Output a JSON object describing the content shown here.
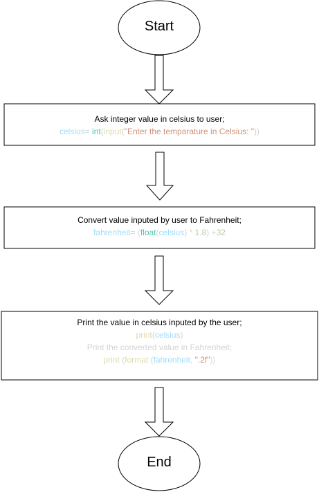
{
  "start_label": "Start",
  "end_label": "End",
  "step1": {
    "title": "Ask integer value in celsius to user;",
    "code": {
      "var": "celsius",
      "eq": "=",
      "int_fn": "int",
      "open1": "(",
      "input_fn": "input",
      "open2": "(",
      "str": "\"Enter the temparature in Celsius: \"",
      "close": "))"
    }
  },
  "step2": {
    "title": "Convert value inputed by user to Fahrenheit;",
    "code": {
      "var": "fahrenheit",
      "eq": "=",
      "open1": "(",
      "float_fn": "float",
      "open2": "(",
      "arg": "celsius",
      "close1": ")",
      "mul": " * ",
      "num1": "1.8",
      "close2": ")",
      "plus": " +",
      "num2": "32"
    }
  },
  "step3": {
    "title": "Print the value in celsius inputed by the user;",
    "line2": {
      "fn": "print",
      "open": "(",
      "arg": "celsius",
      "close": ")"
    },
    "line3": "Print the converted value in Fahrenheit;",
    "line4": {
      "fn": "print",
      "open1": " (",
      "fmt_fn": "format",
      "open2": " (",
      "arg": "fahrenheit",
      "comma": ", ",
      "str": "\".2f\"",
      "close": "))"
    }
  },
  "colors": {
    "stroke": "#000000",
    "fill": "#ffffff",
    "var": "#9cdcfe",
    "function": "#dcdcaa",
    "builtin_type": "#4ec9b0",
    "string": "#ce9178",
    "number": "#b5cea8"
  }
}
